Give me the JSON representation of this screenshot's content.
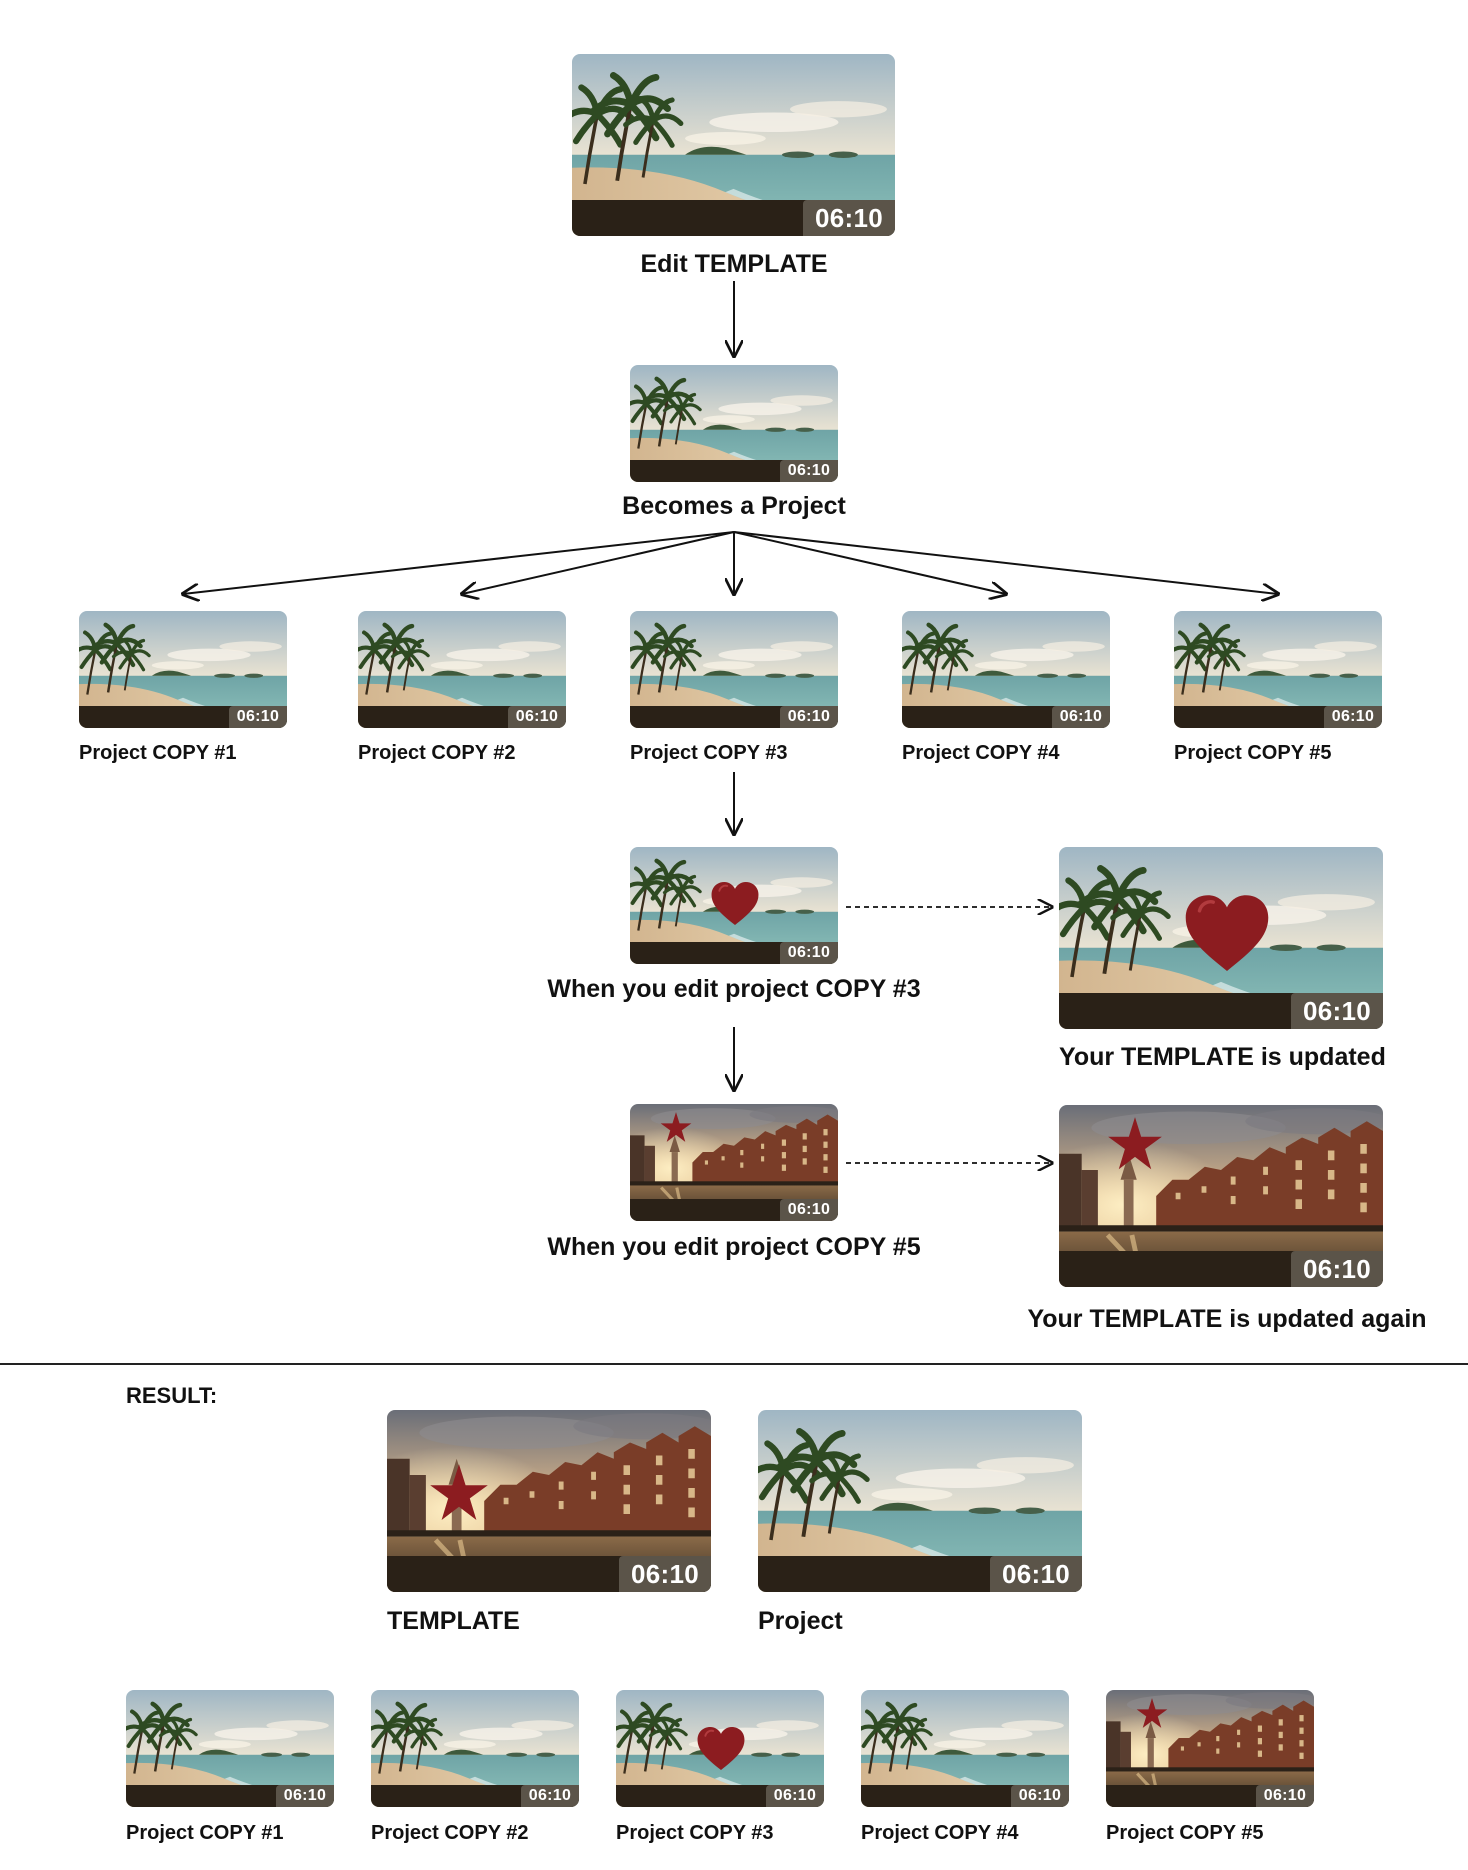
{
  "template": {
    "duration": "06:10",
    "label": "Edit TEMPLATE"
  },
  "project": {
    "duration": "06:10",
    "label": "Becomes a Project"
  },
  "copies": [
    {
      "label": "Project COPY #1",
      "duration": "06:10"
    },
    {
      "label": "Project COPY #2",
      "duration": "06:10"
    },
    {
      "label": "Project COPY #3",
      "duration": "06:10"
    },
    {
      "label": "Project COPY #4",
      "duration": "06:10"
    },
    {
      "label": "Project COPY #5",
      "duration": "06:10"
    }
  ],
  "edit3": {
    "label": "When you edit project COPY #3",
    "duration": "06:10"
  },
  "updated1": {
    "label": "Your TEMPLATE is updated",
    "duration": "06:10"
  },
  "edit5": {
    "label": "When you edit project COPY #5",
    "duration": "06:10"
  },
  "updated2": {
    "label": "Your TEMPLATE is updated again",
    "duration": "06:10"
  },
  "result": {
    "heading": "RESULT:",
    "template": {
      "label": "TEMPLATE",
      "duration": "06:10"
    },
    "project": {
      "label": "Project",
      "duration": "06:10"
    },
    "copies": [
      {
        "label": "Project COPY #1",
        "duration": "06:10"
      },
      {
        "label": "Project COPY #2",
        "duration": "06:10"
      },
      {
        "label": "Project COPY #3",
        "duration": "06:10"
      },
      {
        "label": "Project COPY #4",
        "duration": "06:10"
      },
      {
        "label": "Project COPY #5",
        "duration": "06:10"
      }
    ]
  },
  "colors": {
    "accent_red": "#8c1c20",
    "duration_bar": "#2a2117",
    "duration_badge": "#5f584e"
  },
  "scene_types": [
    "beach-scene",
    "canal-city-scene"
  ],
  "overlay_icons": [
    "heart-icon",
    "star-icon"
  ]
}
